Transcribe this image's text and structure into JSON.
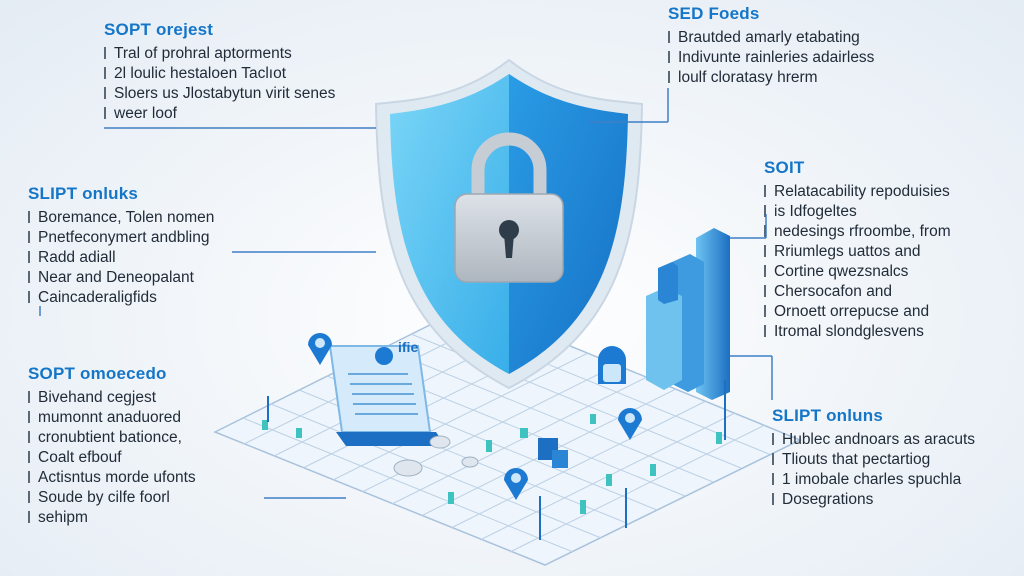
{
  "blocks": {
    "top_left": {
      "title": "SOPT orejest",
      "items": [
        "Tral of prohral aptorments",
        "2l loulic hestaloen Taclıot",
        "Sloers us Jlostabytun virit senes",
        "weer loof"
      ]
    },
    "mid_left": {
      "title": "SLIPT onluks",
      "items": [
        "Boremance, Tolen nomen",
        "Pnetfeconymert andbling",
        "Radd adiall",
        "Near and Deneopalant",
        "Caincaderaligfids"
      ]
    },
    "bottom_left": {
      "title": "SOPT omoecedo",
      "items": [
        "Bivehand cegjest",
        "mumonnt anaduored",
        "cronubtient bationce,",
        "Coalt efbouf",
        "Actisntus morde ufonts",
        "Soude by cilfe foorl",
        "sehipm"
      ]
    },
    "top_right": {
      "title": "SED Foeds",
      "items": [
        "Brautded amarly etabating",
        "Indivunte rainleries adairless",
        "loulf cloratasy hrerm"
      ]
    },
    "mid_right": {
      "title": "SOIT",
      "items": [
        "Relatacability repoduisies",
        "is Idfogeltes",
        "nedesings rfroombe, from",
        "Rriumlegs uattos and",
        "Cortine qwezsnalcs",
        "Chersocafon and",
        "Ornoett orrepucse and",
        "Itromal slondglesvens"
      ]
    },
    "bottom_right": {
      "title": "SLIPT onluns",
      "items": [
        "Hublec andnoars as aracuts",
        "Tliouts that pectartiog",
        "1 imobale charles spuchla",
        "Dosegrations"
      ]
    }
  },
  "illustration": {
    "screen_label": "ifie",
    "colors": {
      "shield_light": "#5cc6f2",
      "shield_dark": "#1d86d6",
      "shield_rim": "#dfe9f2",
      "lock": "#c9cfd6",
      "accent": "#1c7ad3",
      "connector": "#3f7fc6",
      "grid": "#b9cde2"
    }
  }
}
